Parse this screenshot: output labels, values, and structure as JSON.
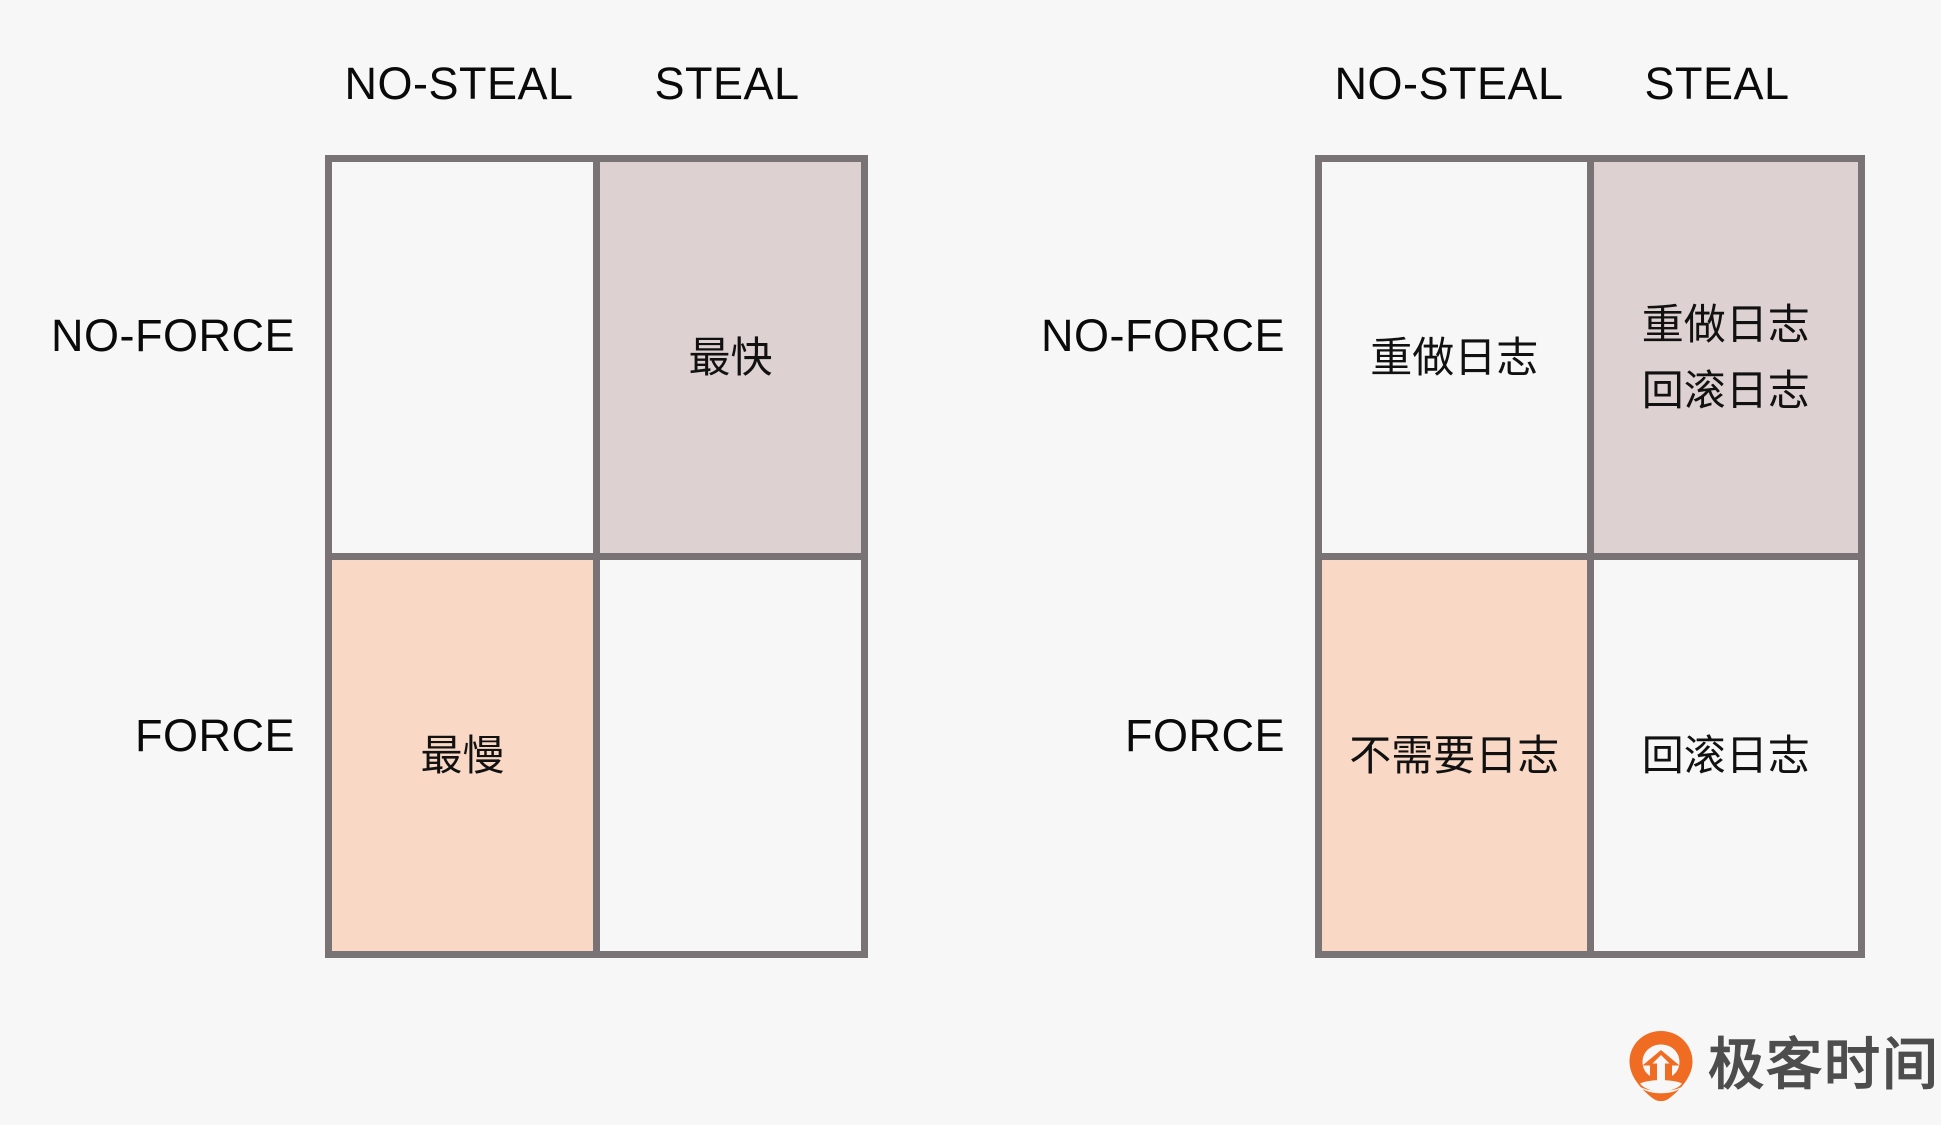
{
  "page": {
    "background_color": "#f8f7f7",
    "border_color": "#7a7375",
    "text_color": "#0a0a0a"
  },
  "matrices": [
    {
      "id": "performance-matrix",
      "columns": [
        "NO-STEAL",
        "STEAL"
      ],
      "rows": [
        "NO-FORCE",
        "FORCE"
      ],
      "cells": [
        {
          "row": "NO-FORCE",
          "column": "NO-STEAL",
          "lines": [],
          "fill": "#f8f7f7"
        },
        {
          "row": "NO-FORCE",
          "column": "STEAL",
          "lines": [
            "最快"
          ],
          "fill": "#ddd2d1"
        },
        {
          "row": "FORCE",
          "column": "NO-STEAL",
          "lines": [
            "最慢"
          ],
          "fill": "#f9d9c6"
        },
        {
          "row": "FORCE",
          "column": "STEAL",
          "lines": [],
          "fill": "#f8f7f7"
        }
      ]
    },
    {
      "id": "logging-matrix",
      "columns": [
        "NO-STEAL",
        "STEAL"
      ],
      "rows": [
        "NO-FORCE",
        "FORCE"
      ],
      "cells": [
        {
          "row": "NO-FORCE",
          "column": "NO-STEAL",
          "lines": [
            "重做日志"
          ],
          "fill": "#f8f7f7"
        },
        {
          "row": "NO-FORCE",
          "column": "STEAL",
          "lines": [
            "重做日志",
            "回滚日志"
          ],
          "fill": "#ddd2d1"
        },
        {
          "row": "FORCE",
          "column": "NO-STEAL",
          "lines": [
            "不需要日志"
          ],
          "fill": "#f9d9c6"
        },
        {
          "row": "FORCE",
          "column": "STEAL",
          "lines": [
            "回滚日志"
          ],
          "fill": "#f8f7f7"
        }
      ]
    }
  ],
  "logo": {
    "text": "极客时间",
    "mark_color": "#ef6c22",
    "text_color": "#4d4d4d"
  }
}
